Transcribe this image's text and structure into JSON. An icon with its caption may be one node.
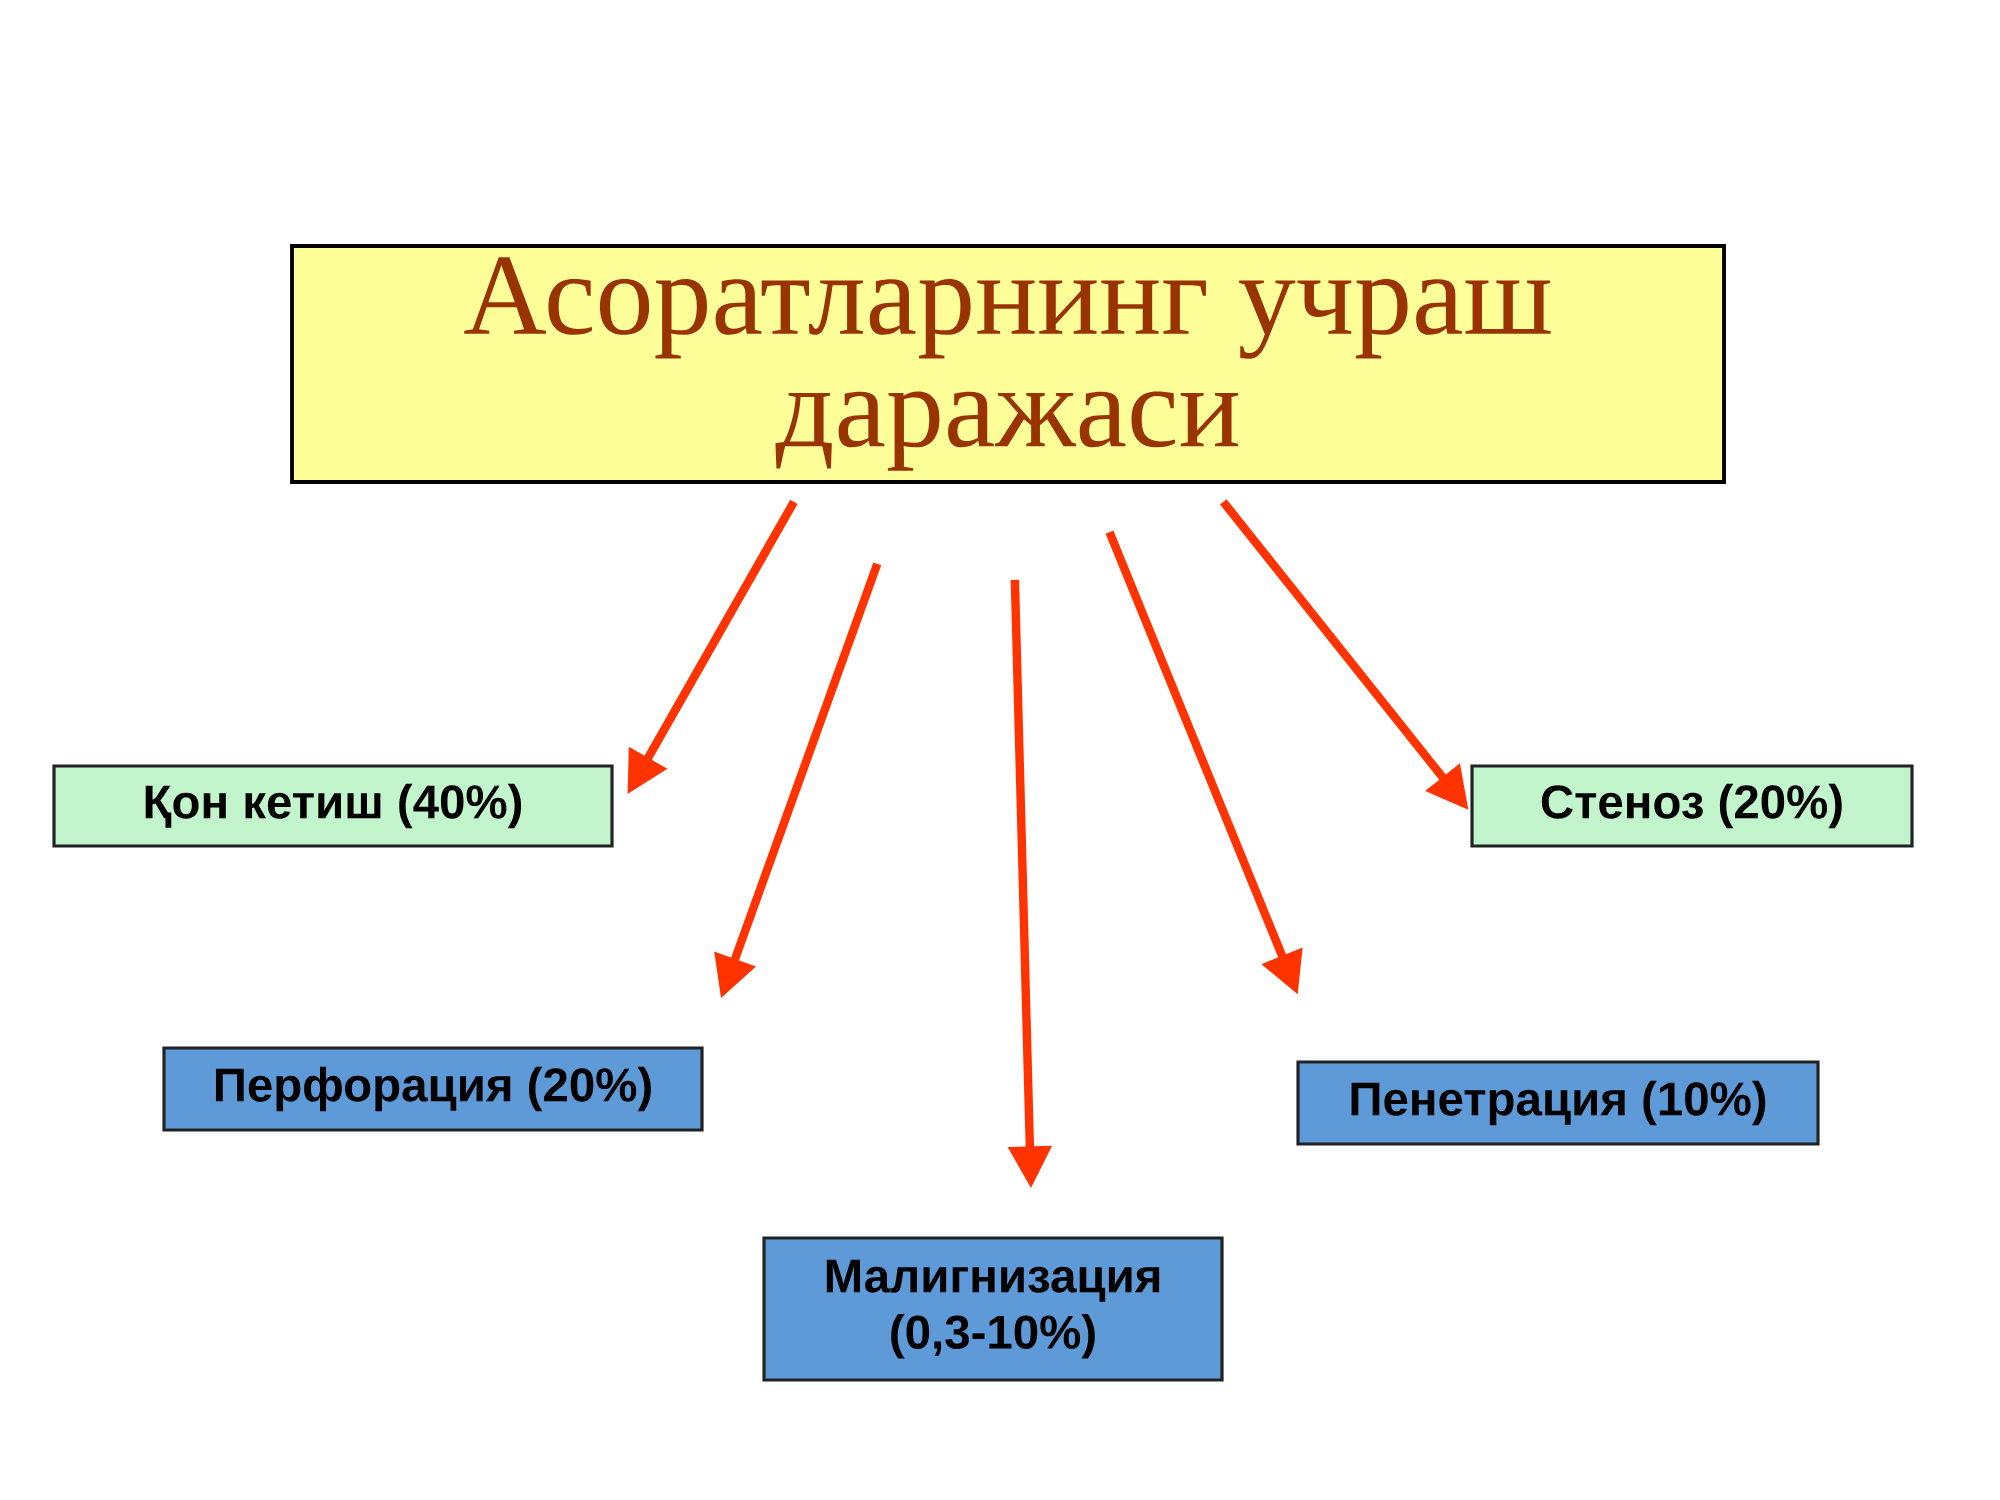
{
  "diagram": {
    "nodes": [
      {
        "text": [
          "Асоратларнинг учраш даражаси"
        ]
      },
      {
        "text": [
          "Қон кетиш (40%)"
        ]
      },
      {
        "text": [
          "Стеноз (20%)"
        ]
      },
      {
        "text": [
          "Перфорация (20%)"
        ]
      },
      {
        "text": [
          "Пенетрация (10%)"
        ]
      },
      {
        "text": [
          "Малигнизация (0,3-10%)"
        ]
      }
    ],
    "edges": [
      {
        "from": 0,
        "to": 1,
        "arrow": "to"
      },
      {
        "from": 0,
        "to": 3,
        "arrow": "to"
      },
      {
        "from": 0,
        "to": 5,
        "arrow": "to"
      },
      {
        "from": 0,
        "to": 4,
        "arrow": "to"
      },
      {
        "from": 0,
        "to": 2,
        "arrow": "to"
      }
    ]
  }
}
